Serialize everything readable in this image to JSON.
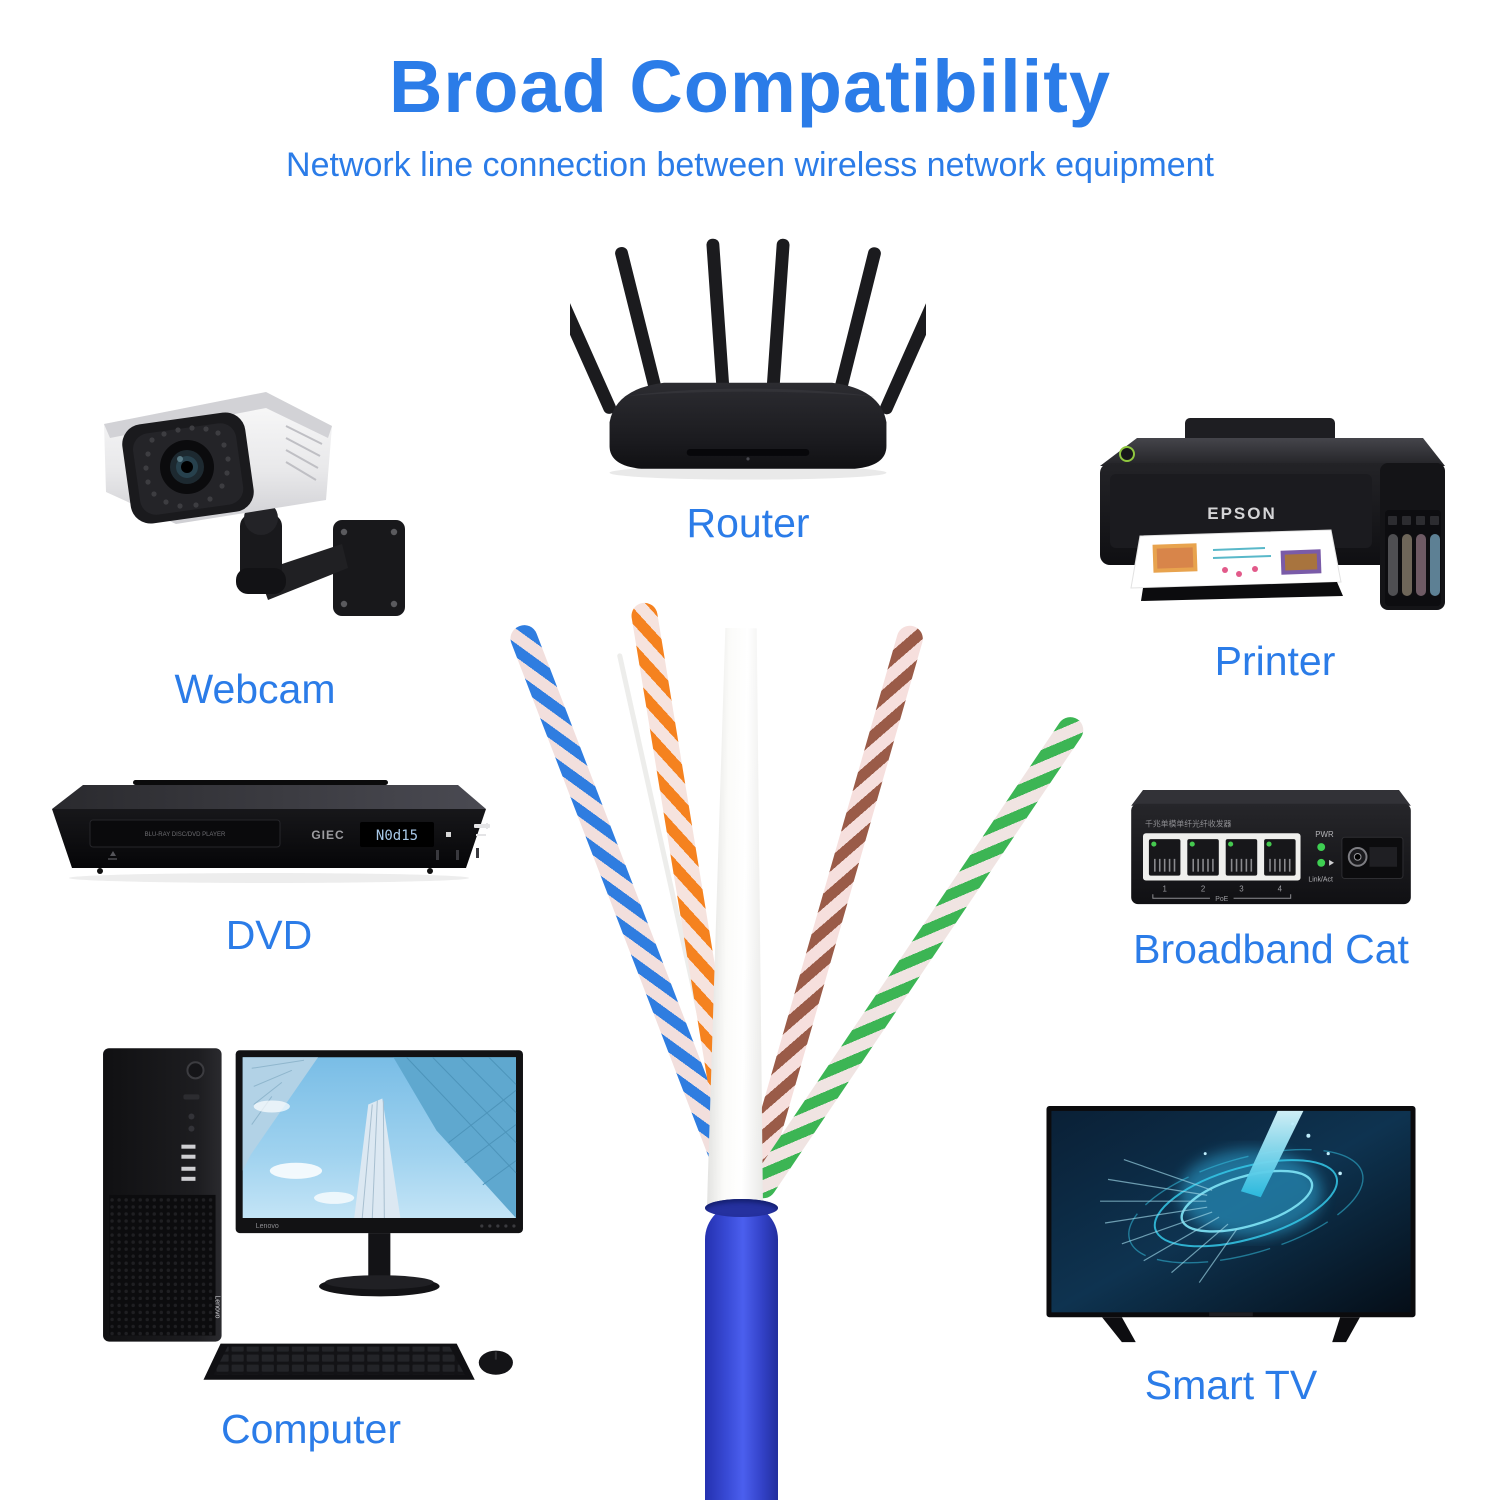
{
  "header": {
    "title": "Broad Compatibility",
    "subtitle": "Network line connection between wireless network equipment",
    "accent_color": "#2b7ce8"
  },
  "devices": {
    "router": {
      "label": "Router"
    },
    "webcam": {
      "label": "Webcam"
    },
    "printer": {
      "label": "Printer",
      "brand": "EPSON"
    },
    "dvd": {
      "label": "DVD",
      "brand": "GIEC",
      "display": "N0d15",
      "tray_text": "BLU-RAY DISC/DVD PLAYER"
    },
    "switch": {
      "label": "Broadband Cat",
      "panel_text": "千兆单模单纤光纤收发器",
      "ports": [
        "1",
        "2",
        "3",
        "4"
      ],
      "poe": "PoE",
      "pwr": "PWR",
      "link": "Link/Act"
    },
    "computer": {
      "label": "Computer",
      "brand": "Lenovo"
    },
    "tv": {
      "label": "Smart TV"
    }
  },
  "cable": {
    "jacket_color": "#3342c8",
    "pair_colors": {
      "blue": "#2f7de0",
      "orange": "#f5821f",
      "brown": "#9a5b48",
      "green": "#3cb554"
    },
    "spline_color": "#f5f5f3",
    "rip_cord_color": "#ededeb"
  }
}
